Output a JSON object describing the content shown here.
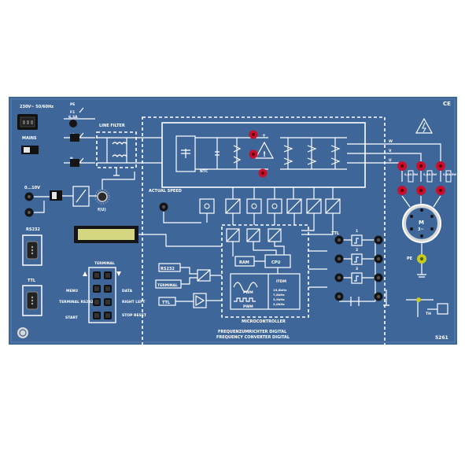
{
  "mains": {
    "label": "230V~ 50/60Hz",
    "switch_label": "MAINS"
  },
  "fuse": {
    "label": "F1",
    "rating": "6,3A"
  },
  "lines": {
    "pe": "PE",
    "l1": "L1",
    "n": "N"
  },
  "filter": {
    "label": "LINE FILTER"
  },
  "ntc": {
    "label": "NTC"
  },
  "ce_mark": "CE",
  "analog_input": {
    "label": "0...10V"
  },
  "pot": {
    "label": "f(U)"
  },
  "actual_speed": {
    "label": "ACTUAL SPEED"
  },
  "ports": {
    "rs232": "RS232",
    "ttl": "TTL"
  },
  "keypad": {
    "title": "TERMINAL",
    "left_labels": [
      "MENU",
      "TERMINAL RS232",
      "START"
    ],
    "right_labels": [
      "DATA",
      "RIGHT LEFT",
      "STOP RESET"
    ]
  },
  "micro": {
    "label": "MICROCONTROLLER",
    "ram": "RAM",
    "cpu": "CPU",
    "pwm1": "PWM",
    "pwm2": "PWM",
    "itdm": "ITDM",
    "freqs": [
      "15,6kHz",
      "7,8kHz",
      "3,9kHz",
      "2,0kHz"
    ],
    "inputs": [
      "RS232",
      "TERMINAL",
      "TTL"
    ]
  },
  "outputs": {
    "ttl": "TTL",
    "channels": [
      "1",
      "2",
      "3"
    ]
  },
  "phases": {
    "u": "U",
    "v": "V",
    "w": "W"
  },
  "resistors": [
    "0,5Ω 5W",
    "0,5Ω 5W",
    "0,5Ω 5W"
  ],
  "motor": {
    "label": "M",
    "sub": "3~",
    "pe": "PE"
  },
  "thermal": {
    "label": "TH"
  },
  "title": {
    "de": "FREQUENZUMRICHTER DIGITAL",
    "en": "FREQUENCY CONVERTER DIGITAL"
  },
  "model": "5261",
  "colors": {
    "panel": "#3f6699",
    "jack_red": "#c8102e",
    "jack_black": "#151515",
    "lcd": "#d4d680",
    "jack_yellow": "#c8cc20"
  }
}
